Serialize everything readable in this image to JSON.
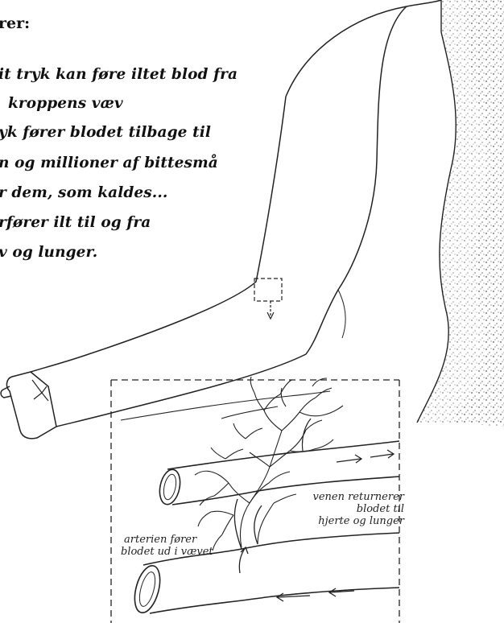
{
  "heading": "rer:",
  "lines": [
    "it tryk kan føre iltet blod fra",
    "kroppens væv",
    "yk fører blodet tilbage til",
    "n og millioner af bittesmå",
    "r dem, som kaldes...",
    "rfører ilt til og fra",
    "v og lunger."
  ],
  "labels": {
    "vein": [
      "venen returnerer",
      "blodet til",
      "hjerte og lunger"
    ],
    "artery": [
      "arterien fører",
      "blodet ud i vævet"
    ]
  }
}
